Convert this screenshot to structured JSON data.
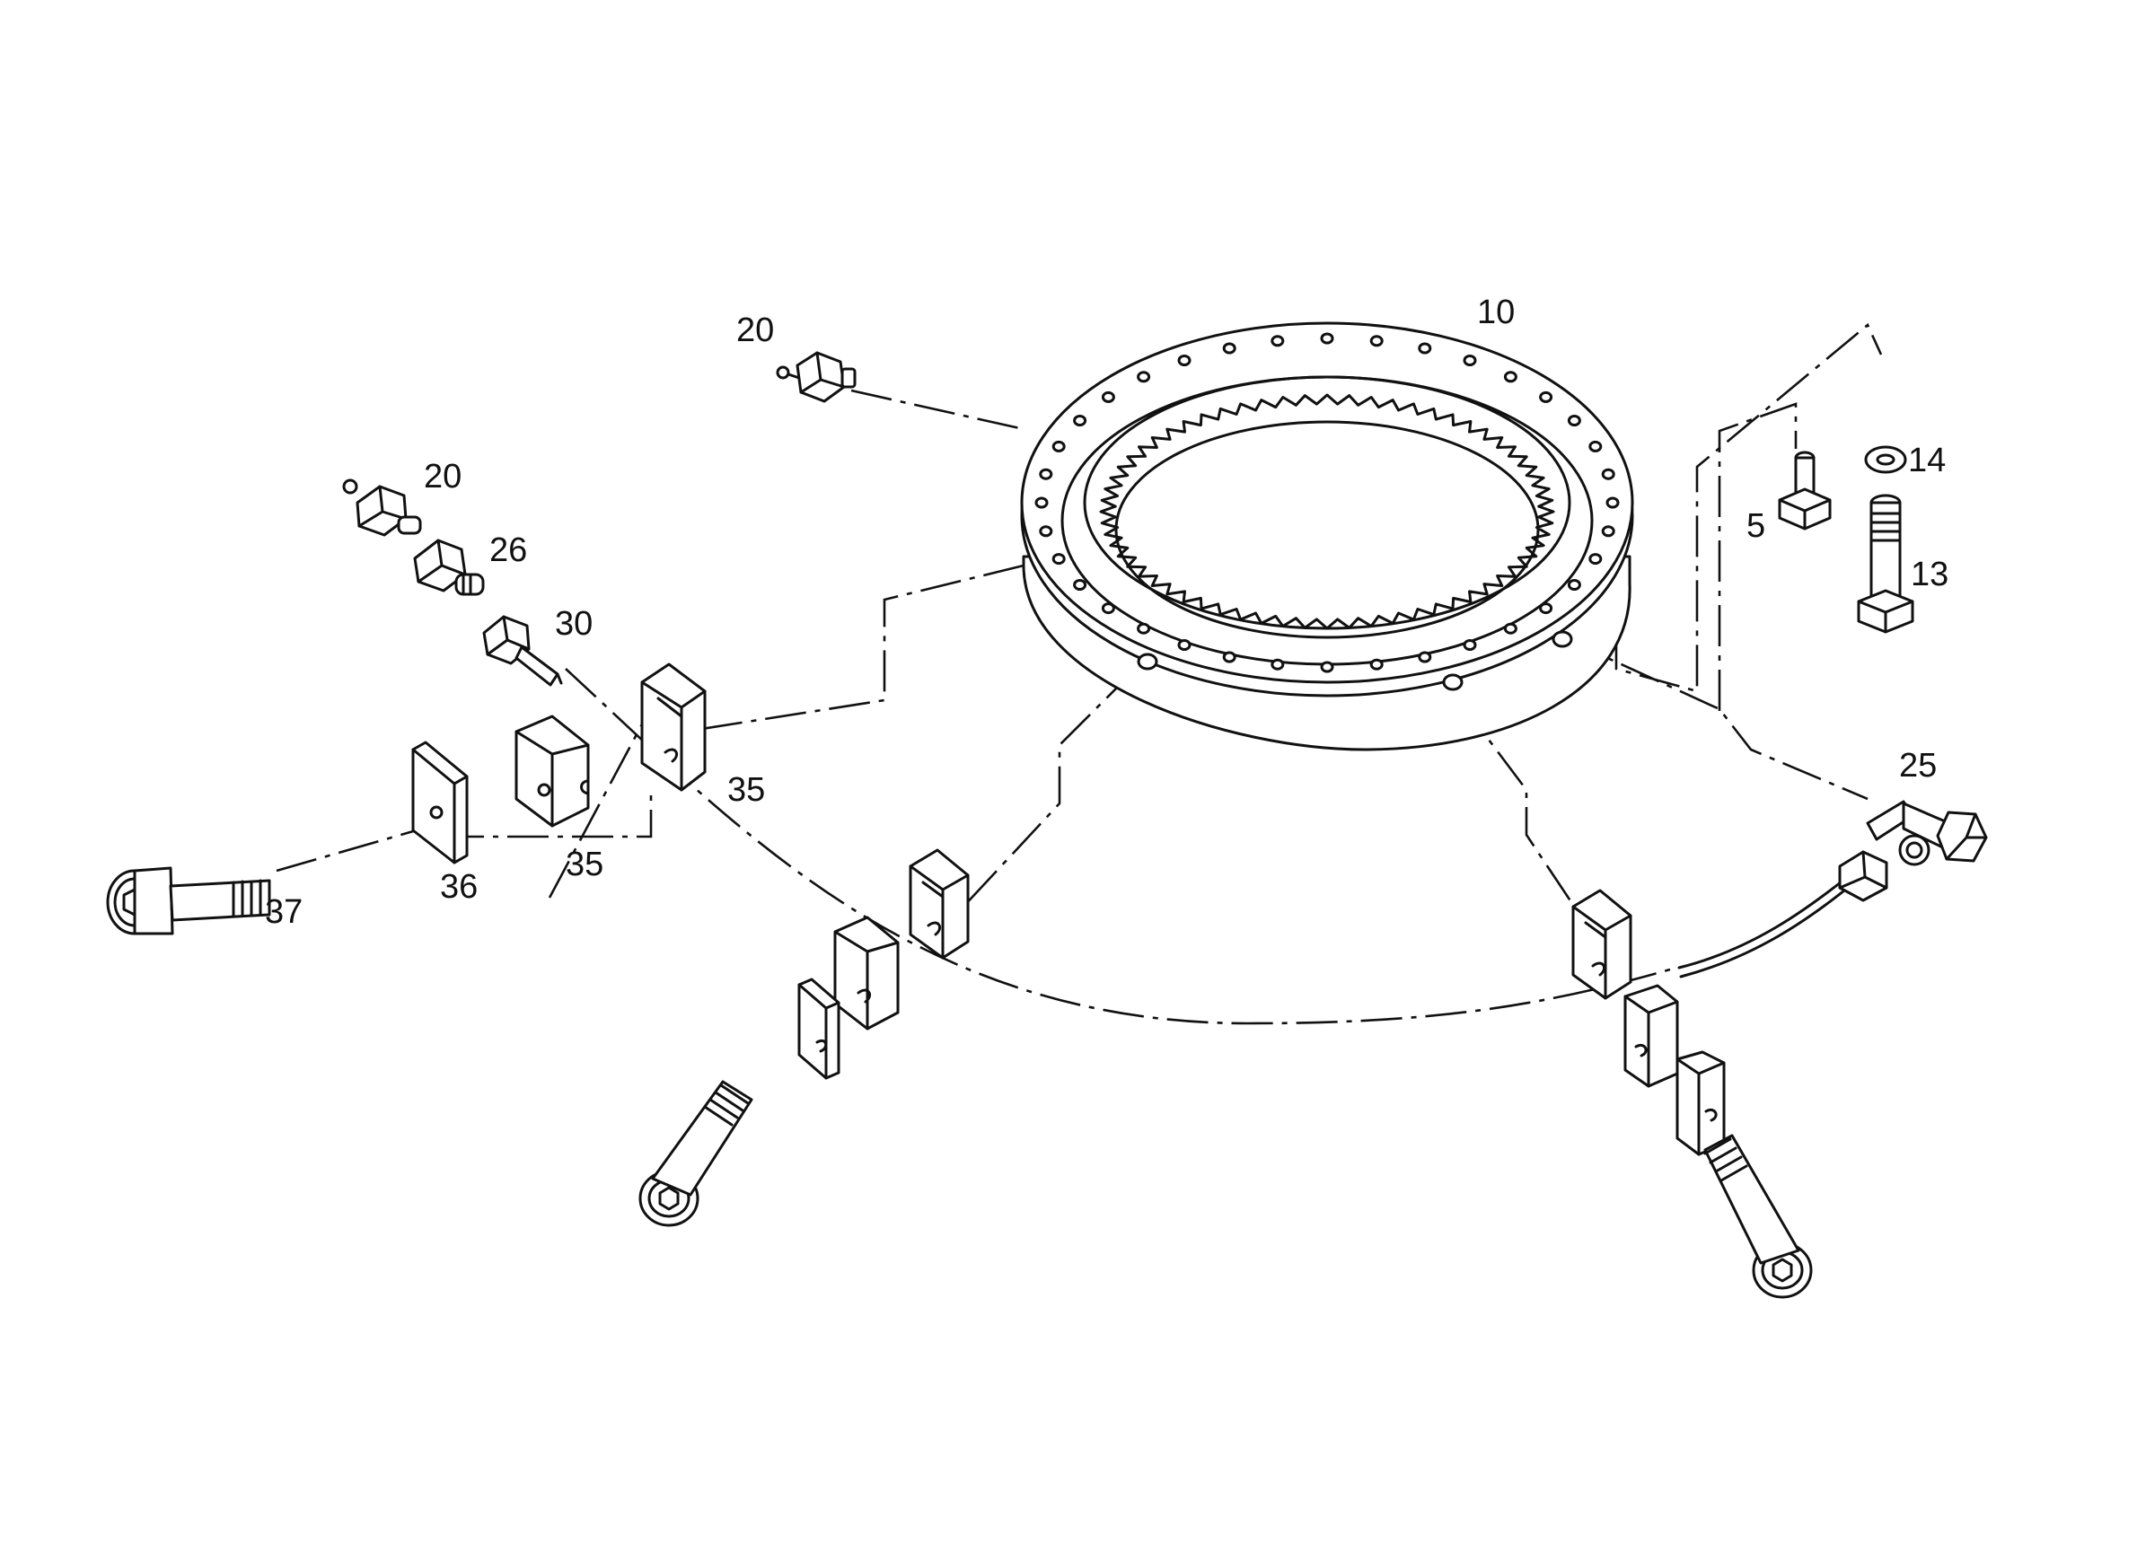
{
  "callouts": {
    "ring": "10",
    "nipple_top": "20",
    "nipple_left": "20",
    "adapter": "26",
    "fitting": "30",
    "washer": "14",
    "screw_small": "5",
    "bolt": "13",
    "elbow": "25",
    "clamp_a": "35",
    "clamp_b": "35",
    "plate": "36",
    "cap_screw": "37"
  }
}
